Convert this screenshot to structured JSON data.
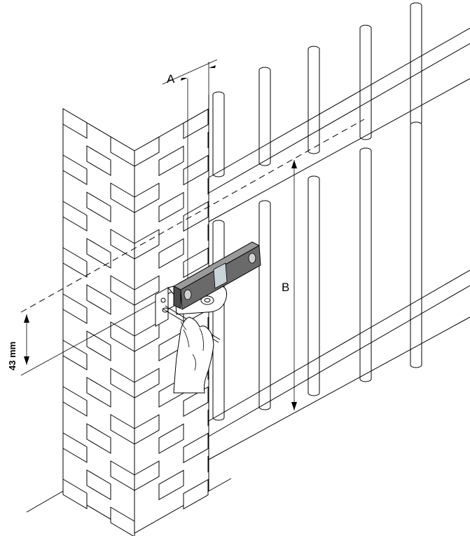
{
  "labels": {
    "dimension_a": "A",
    "dimension_b": "B",
    "offset": "43 mm"
  },
  "colors": {
    "line": "#000000",
    "level_body": "#6a6a6a",
    "level_vial": "#c9d3da",
    "background": "#ffffff"
  }
}
